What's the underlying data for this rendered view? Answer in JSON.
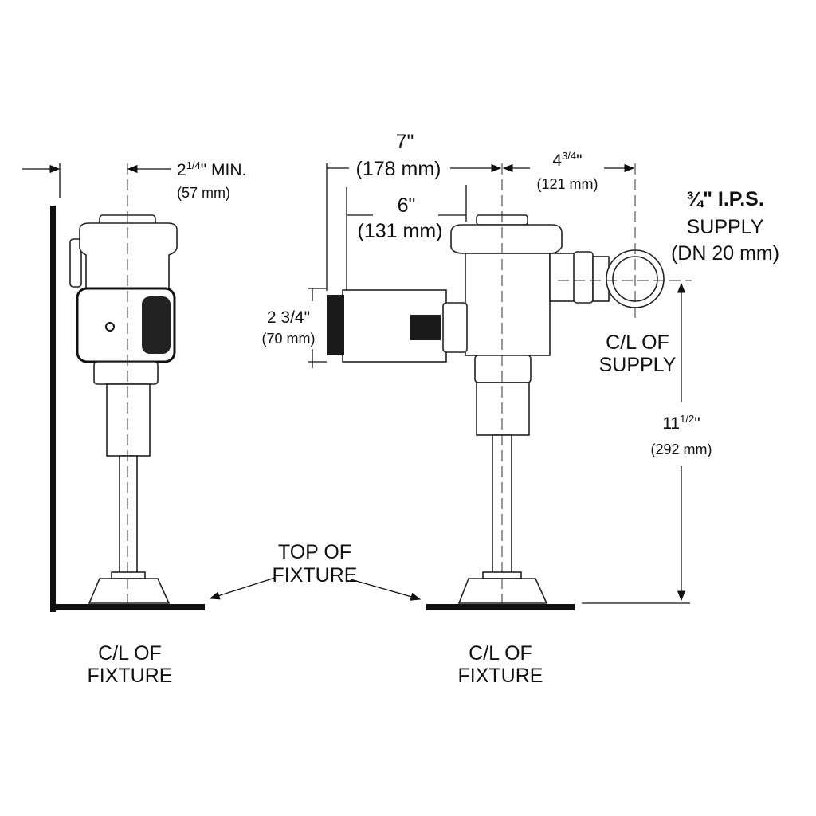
{
  "left_view": {
    "offset": {
      "whole": "2",
      "frac": "1/4",
      "suffix": "\" MIN.",
      "metric": "(57 mm)"
    },
    "centerline_label": [
      "C/L OF",
      "FIXTURE"
    ]
  },
  "right_view": {
    "overall_length": {
      "imperial": "7\"",
      "metric": "(178 mm)"
    },
    "sensor_length": {
      "imperial": "6\"",
      "metric": "(131 mm)"
    },
    "supply_offset": {
      "whole": "4",
      "frac": "3/4",
      "suffix": "\"",
      "metric": "(121 mm)"
    },
    "sensor_height": {
      "imperial": "2 3/4\"",
      "metric": "(70 mm)"
    },
    "supply_size": [
      "¾\" I.P.S.",
      "SUPPLY",
      "(DN 20 mm)"
    ],
    "supply_centerline_label": [
      "C/L OF",
      "SUPPLY"
    ],
    "rough_in_height": {
      "whole": "11",
      "frac": "1/2",
      "suffix": "\"",
      "metric": "(292 mm)"
    },
    "centerline_label": [
      "C/L OF",
      "FIXTURE"
    ]
  },
  "top_of_fixture_label": [
    "TOP OF",
    "FIXTURE"
  ]
}
